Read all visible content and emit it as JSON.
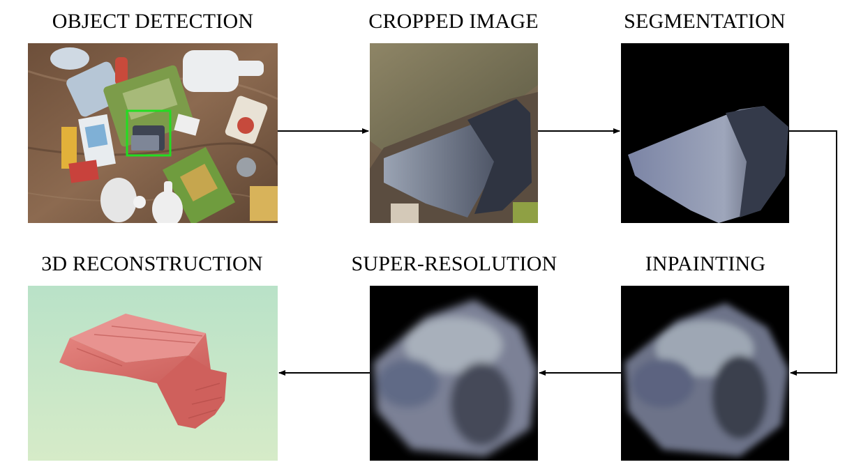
{
  "stages": {
    "object_detection": {
      "title": "OBJECT DETECTION"
    },
    "cropped_image": {
      "title": "CROPPED IMAGE"
    },
    "segmentation": {
      "title": "SEGMENTATION"
    },
    "inpainting": {
      "title": "INPAINTING"
    },
    "super_resolution": {
      "title": "SUPER-RESOLUTION"
    },
    "reconstruction_3d": {
      "title": "3D RECONSTRUCTION"
    }
  },
  "colors": {
    "detection_box": "#22dd22",
    "mesh": "#dc6e6a",
    "reconstruction_bg_top": "#b9e2c8",
    "reconstruction_bg_bottom": "#d6ebc8",
    "arrow": "#000000"
  },
  "pipeline_order": [
    "object_detection",
    "cropped_image",
    "segmentation",
    "inpainting",
    "super_resolution",
    "reconstruction_3d"
  ]
}
